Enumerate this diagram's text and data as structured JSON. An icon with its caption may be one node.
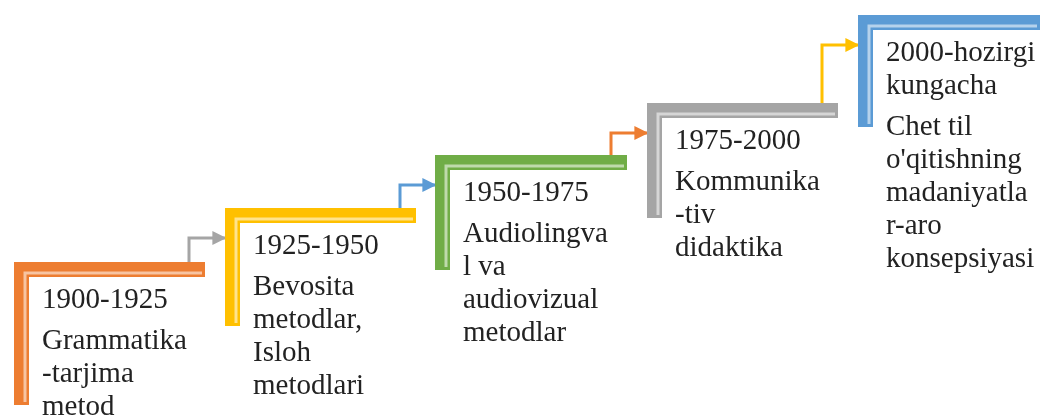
{
  "diagram": {
    "nodes": [
      {
        "text": [
          "1900-1925",
          "Grammatika-tarjima metod"
        ]
      },
      {
        "text": [
          "1925-1950",
          "Bevosita metodlar, Isloh metodlari"
        ]
      },
      {
        "text": [
          "1950-1975",
          "Audiolingval va audiovizual metodlar"
        ]
      },
      {
        "text": [
          "1975-2000",
          "Kommunika-tiv didaktika"
        ]
      },
      {
        "text": [
          "2000-hozirgi kungacha",
          "Chet til o'qitishning madaniyatlar-aro konsepsiyasi"
        ]
      }
    ],
    "edges": [
      {
        "from": 0,
        "to": 1,
        "arrow": "to",
        "color": "#a5a5a5"
      },
      {
        "from": 1,
        "to": 2,
        "arrow": "to",
        "color": "#5b9bd5"
      },
      {
        "from": 2,
        "to": 3,
        "arrow": "to",
        "color": "#ed7d31"
      },
      {
        "from": 3,
        "to": 4,
        "arrow": "to",
        "color": "#ffc000"
      }
    ]
  }
}
